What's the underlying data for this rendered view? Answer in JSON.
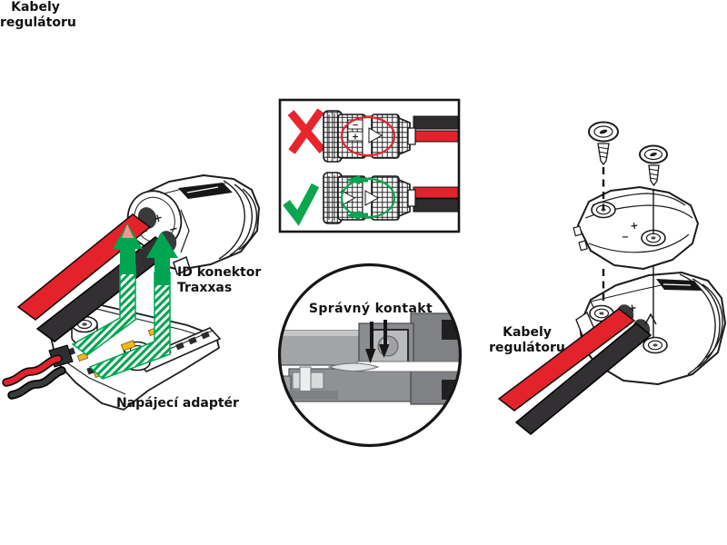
{
  "labels": {
    "left_cables_line1": "Kabely",
    "left_cables_line2": "regulátoru",
    "id_connector_line1": "ID konektor",
    "id_connector_line2": "Traxxas",
    "adapter": "Napájecí adaptér",
    "magnifier": "Správný kontakt",
    "right_cables_line1": "Kabely",
    "right_cables_line2": "regulátoru"
  },
  "marks": {
    "plus": "+",
    "minus": "−"
  },
  "icons": {
    "wrong": "cross-icon",
    "correct": "check-icon",
    "magnifier_pointer": "down-arrow-icon"
  },
  "colors": {
    "wire_red": "#e4222b",
    "wire_black": "#2e2c2d",
    "arrow_green": "#00a551",
    "contact_gold": "#f0b81e",
    "cross_red": "#e8242c",
    "check_green": "#0ba64e",
    "annotation_red": "#e8242c",
    "annotation_green": "#0ba64e",
    "arrow_tip_salmon": "#f4968e",
    "outline_dark": "#1c1c1e",
    "label_color": "#121212"
  }
}
